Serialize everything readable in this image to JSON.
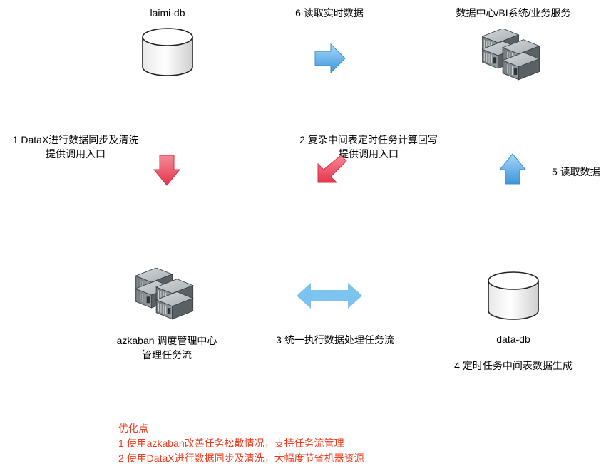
{
  "nodes": {
    "laimi_db": {
      "label": "laimi-db"
    },
    "data_service": {
      "label": "数据中心/BI系统/业务服务"
    },
    "azkaban": {
      "line1": "azkaban 调度管理中心",
      "line2": "管理任务流"
    },
    "data_db": {
      "label": "data-db"
    }
  },
  "steps": {
    "s1": {
      "line1": "1 DataX进行数据同步及清洗",
      "line2": "提供调用入口"
    },
    "s2": {
      "line1": "2 复杂中间表定时任务计算回写",
      "line2": "提供调用入口"
    },
    "s3": {
      "label": "3 统一执行数据处理任务流"
    },
    "s4": {
      "label": "4 定时任务中间表数据生成"
    },
    "s5": {
      "label": "5 读取数据"
    },
    "s6": {
      "label": "6 读取实时数据"
    }
  },
  "optimization": {
    "title": "优化点",
    "items": [
      "1 使用azkaban改善任务松散情况，支持任务流管理",
      "2 使用DataX进行数据同步及清洗，大幅度节省机器资源"
    ],
    "color": "#ee3b1e"
  },
  "colors": {
    "blue_arrow": "#5fb0ea",
    "red_arrow": "#ee4e63",
    "light_blue_arrow": "#7cc3f0"
  },
  "icons": {
    "database": "database-cylinder-icon",
    "servers": "server-rack-icon"
  }
}
